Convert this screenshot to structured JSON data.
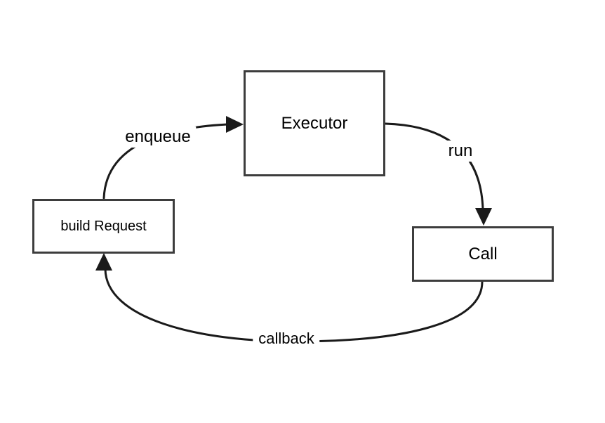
{
  "colors": {
    "background": "#ffffff",
    "node_border": "#3d3d3d",
    "edge_stroke": "#1a1a1a",
    "text": "#000000"
  },
  "nodes": {
    "executor": {
      "label": "Executor"
    },
    "build_request": {
      "label": "build Request"
    },
    "call": {
      "label": "Call"
    }
  },
  "edges": {
    "enqueue": {
      "label": "enqueue",
      "from": "build_request",
      "to": "executor"
    },
    "run": {
      "label": "run",
      "from": "executor",
      "to": "call"
    },
    "callback": {
      "label": "callback",
      "from": "call",
      "to": "build_request"
    }
  }
}
